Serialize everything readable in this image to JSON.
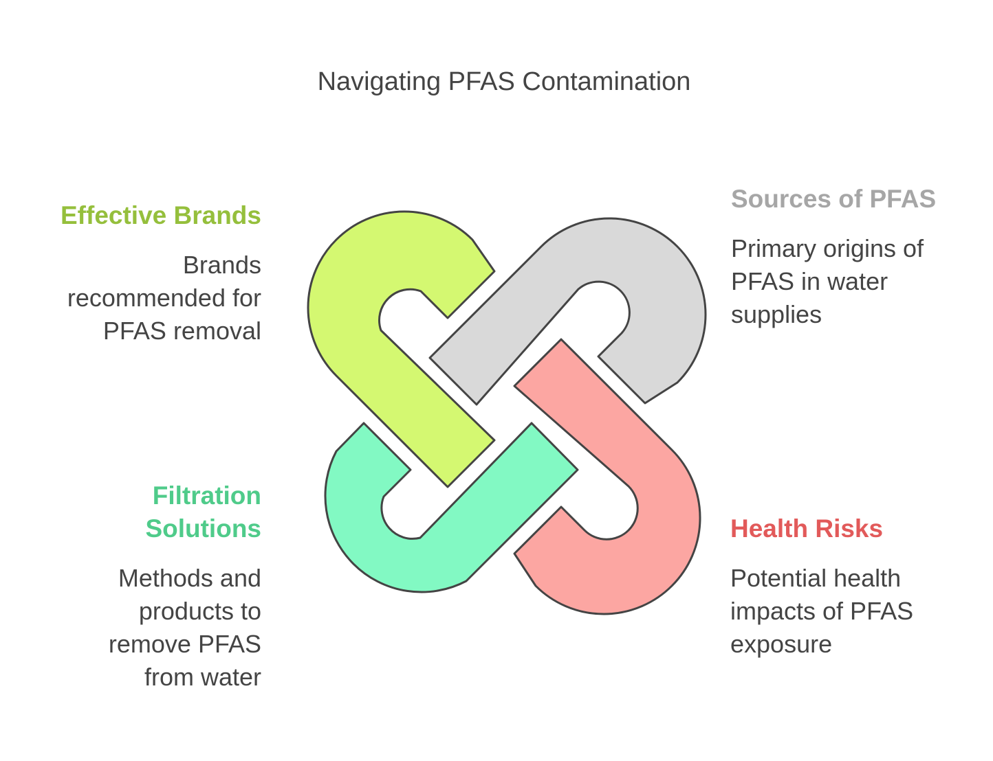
{
  "title": "Navigating PFAS Contamination",
  "items": {
    "effective_brands": {
      "heading": "Effective Brands",
      "description": "Brands recommended for PFAS removal",
      "color": "#95bf3c",
      "fill": "#d4f871"
    },
    "sources": {
      "heading": "Sources of PFAS",
      "description": "Primary origins of PFAS in water supplies",
      "color": "#a6a6a6",
      "fill": "#d9d9d9"
    },
    "filtration": {
      "heading": "Filtration Solutions",
      "description": "Methods and products to remove PFAS from water",
      "color": "#4fcb8a",
      "fill": "#82f9c3"
    },
    "health": {
      "heading": "Health Risks",
      "description": "Potential health impacts of PFAS exposure",
      "color": "#e25a5a",
      "fill": "#fca6a2"
    }
  },
  "stroke_color": "#444444"
}
